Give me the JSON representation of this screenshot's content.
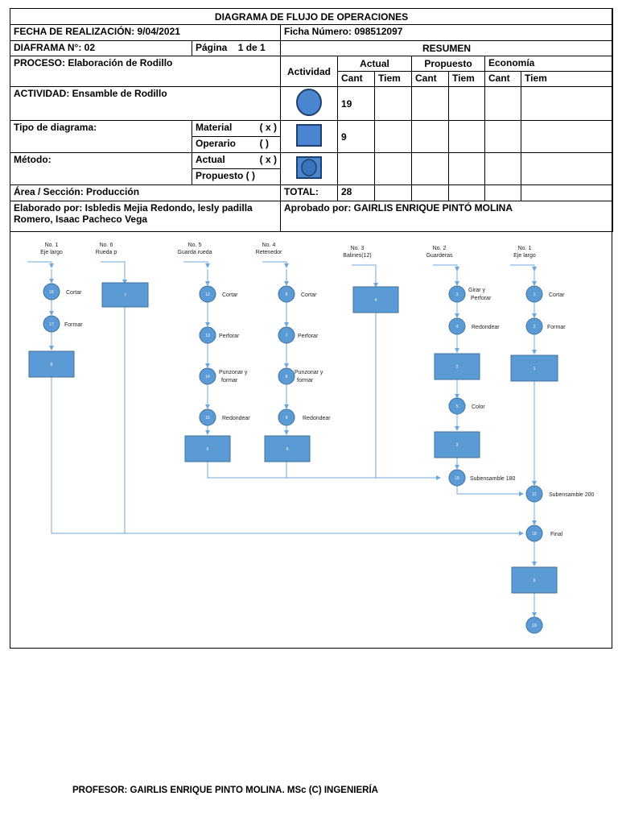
{
  "header": {
    "title": "DIAGRAMA DE FLUJO DE OPERACIONES",
    "fecha": "FECHA DE REALIZACIÓN: 9/04/2021",
    "ficha": "Ficha Número: 098512097",
    "diagrama": "DIAFRAMA N°: 02",
    "pagina_label": "Página",
    "pagina_value": "1 de 1",
    "resumen": "RESUMEN",
    "proceso": "PROCESO: Elaboración de Rodillo",
    "actividad_col": "Actividad",
    "actual": "Actual",
    "propuesto": "Propuesto",
    "economia": "Economía",
    "cant": "Cant",
    "tiem": "Tiem",
    "actividad": "ACTIVIDAD: Ensamble de Rodillo",
    "count_operacion": "19",
    "tipo_diagrama": "Tipo de diagrama:",
    "material": "Material",
    "material_mark": "( x )",
    "operario": "Operario",
    "operario_mark": "(  )",
    "count_inspeccion": "9",
    "metodo": "Método:",
    "metodo_actual": "Actual",
    "metodo_actual_mark": "( x )",
    "metodo_propuesto": "Propuesto ( )",
    "area": "Área / Sección: Producción",
    "total_label": "TOTAL:",
    "total_value": "28",
    "elaborado": "Elaborado por: Isbledis Mejia Redondo, lesly padilla Romero, Isaac Pacheco Vega",
    "aprobado": "Aprobado por: GAIRLIS ENRIQUE PINTÓ MOLINA"
  },
  "colors": {
    "symbol_fill": "#5b9bd5",
    "symbol_stroke": "#41719c",
    "line": "#6fa8dc"
  },
  "flow": {
    "lanes": [
      {
        "label1": "No. 1",
        "label2": "Eje largo"
      },
      {
        "label1": "No. 6",
        "label2": "Rueda p"
      },
      {
        "label1": "No. 5",
        "label2": "Guarda rueda"
      },
      {
        "label1": "No. 4",
        "label2": "Retenedor"
      },
      {
        "label1": "No. 3",
        "label2": "Balines(12)"
      },
      {
        "label1": "No. 2",
        "label2": "Guarderas"
      },
      {
        "label1": "No. 1",
        "label2": "Eje largo"
      }
    ],
    "ops": [
      {
        "num": "16",
        "label": "Cortar"
      },
      {
        "num": "17",
        "label": "Formar"
      },
      {
        "num": "12",
        "label": "Cortar"
      },
      {
        "num": "13",
        "label": "Perforar"
      },
      {
        "num": "14",
        "label": "Punzonar y",
        "label2": "formar"
      },
      {
        "num": "15",
        "label": "Redondear"
      },
      {
        "num": "6",
        "label": "Cortar"
      },
      {
        "num": "7",
        "label": "Perforar"
      },
      {
        "num": "8",
        "label": "Punzonar y",
        "label2": "formar"
      },
      {
        "num": "9",
        "label": "Redondear"
      },
      {
        "num": "3",
        "label": "Girar y",
        "label2": "Perforar"
      },
      {
        "num": "4",
        "label": "Redondear"
      },
      {
        "num": "5",
        "label": "Color"
      },
      {
        "num": "1",
        "label": "Cortar"
      },
      {
        "num": "2",
        "label": "Formar"
      },
      {
        "num": "10",
        "label": "Subensamble 180"
      },
      {
        "num": "11",
        "label": "Subensamble 200"
      },
      {
        "num": "18",
        "label": "Final"
      },
      {
        "num": "19",
        "label": ""
      }
    ],
    "inspections": [
      "8",
      "7",
      "6",
      "5",
      "4",
      "2",
      "3",
      "1",
      "9"
    ]
  },
  "footer": "PROFESOR: GAIRLIS ENRIQUE PINTO MOLINA. MSc (C) INGENIERÍA"
}
